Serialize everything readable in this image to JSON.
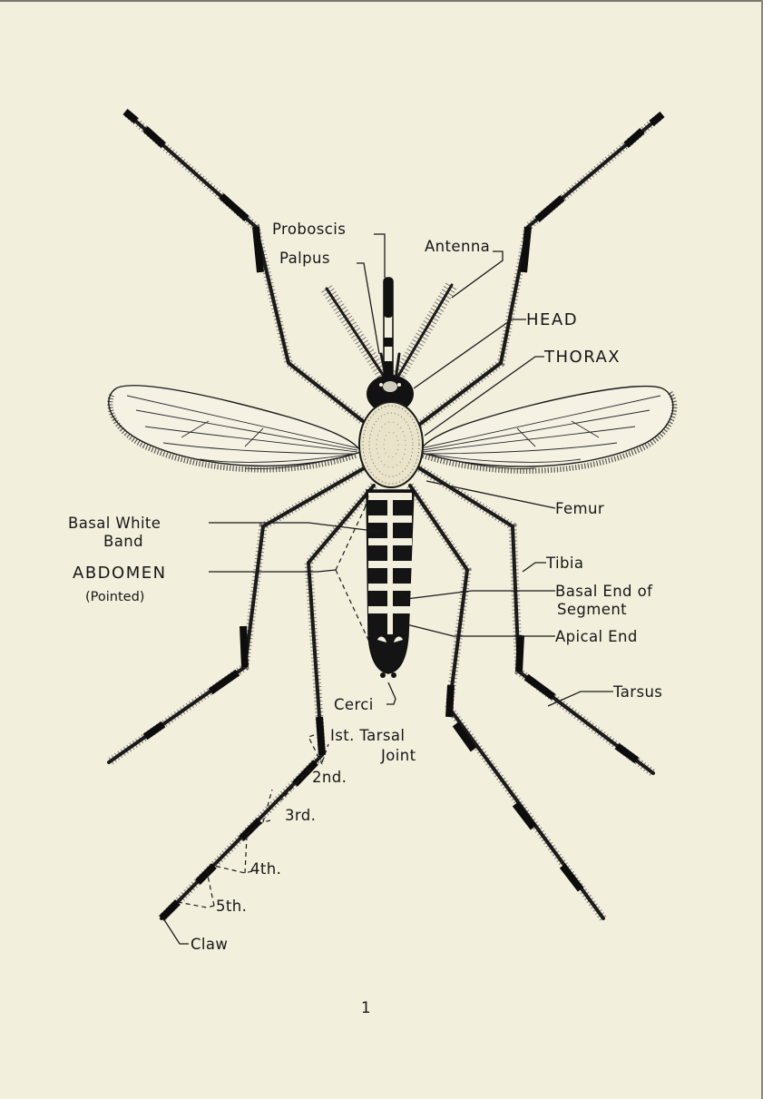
{
  "labels": {
    "proboscis": "Proboscis",
    "palpus": "Palpus",
    "antenna": "Antenna",
    "head": "HEAD",
    "thorax": "THORAX",
    "femur": "Femur",
    "basal_white_band_1": "Basal White",
    "basal_white_band_2": "Band",
    "abdomen": "ABDOMEN",
    "abdomen_note": "(Pointed)",
    "tibia": "Tibia",
    "basal_end_1": "Basal End of",
    "basal_end_2": "Segment",
    "apical_end": "Apical End",
    "tarsus": "Tarsus",
    "cerci": "Cerci",
    "tarsal_1st_1": "Ist. Tarsal",
    "tarsal_1st_2": "Joint",
    "tarsal_2nd": "2nd.",
    "tarsal_3rd": "3rd.",
    "tarsal_4th": "4th.",
    "tarsal_5th": "5th.",
    "claw": "Claw"
  },
  "figure_number": "1",
  "colors": {
    "paper": "#f3efdd",
    "ink": "#161616"
  }
}
